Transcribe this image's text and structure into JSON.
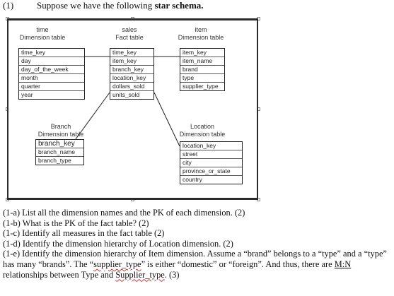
{
  "header": {
    "number": "(1)",
    "text": "Suppose we have the following",
    "bold": "star schema."
  },
  "diagram": {
    "time": {
      "caption_l1": "time",
      "caption_l2": "Dimension table",
      "rows": [
        "time_key",
        "day",
        "day_of_the_week",
        "month",
        "quarter",
        "year"
      ]
    },
    "sales": {
      "caption_l1": "sales",
      "caption_l2": "Fact table",
      "rows": [
        "time_key",
        "item_key",
        "branch_key",
        "location_key",
        "dollars_sold",
        "units_sold"
      ]
    },
    "item": {
      "caption_l1": "item",
      "caption_l2": "Dimension table",
      "rows": [
        "item_key",
        "item_name",
        "brand",
        "type",
        "supplier_type"
      ]
    },
    "branch": {
      "caption_l1": "Branch",
      "caption_l2": "Dimension table",
      "rows": [
        "branch_key",
        "branch_name",
        "branch_type"
      ]
    },
    "location": {
      "caption_l1": "Location",
      "caption_l2": "Dimension table",
      "rows": [
        "location_key",
        "street",
        "city",
        "province_or_state",
        "country"
      ]
    }
  },
  "questions": {
    "q1a": "(1-a) List all the dimension names and the PK of each dimension. (2)",
    "q1b": "(1-b) What is the PK of the fact table? (2)",
    "q1c": "(1-c) Identify all measures in the fact table (2)",
    "q1d": "(1-d) Identify the dimension hierarchy of Location dimension. (2)",
    "q1e_a": "(1-e) Identify the dimension hierarchy of Item dimension. Assume a “brand” belongs to a “type” and a “type” has many “brands”. The “",
    "q1e_b": "supplier_type",
    "q1e_c": "” is either “domestic” or “foreign”. And thus, there are ",
    "q1e_d": "M:N",
    "q1e_e": " relationships between Type and ",
    "q1e_f": "Supplier_type",
    "q1e_g": ". (3)"
  }
}
